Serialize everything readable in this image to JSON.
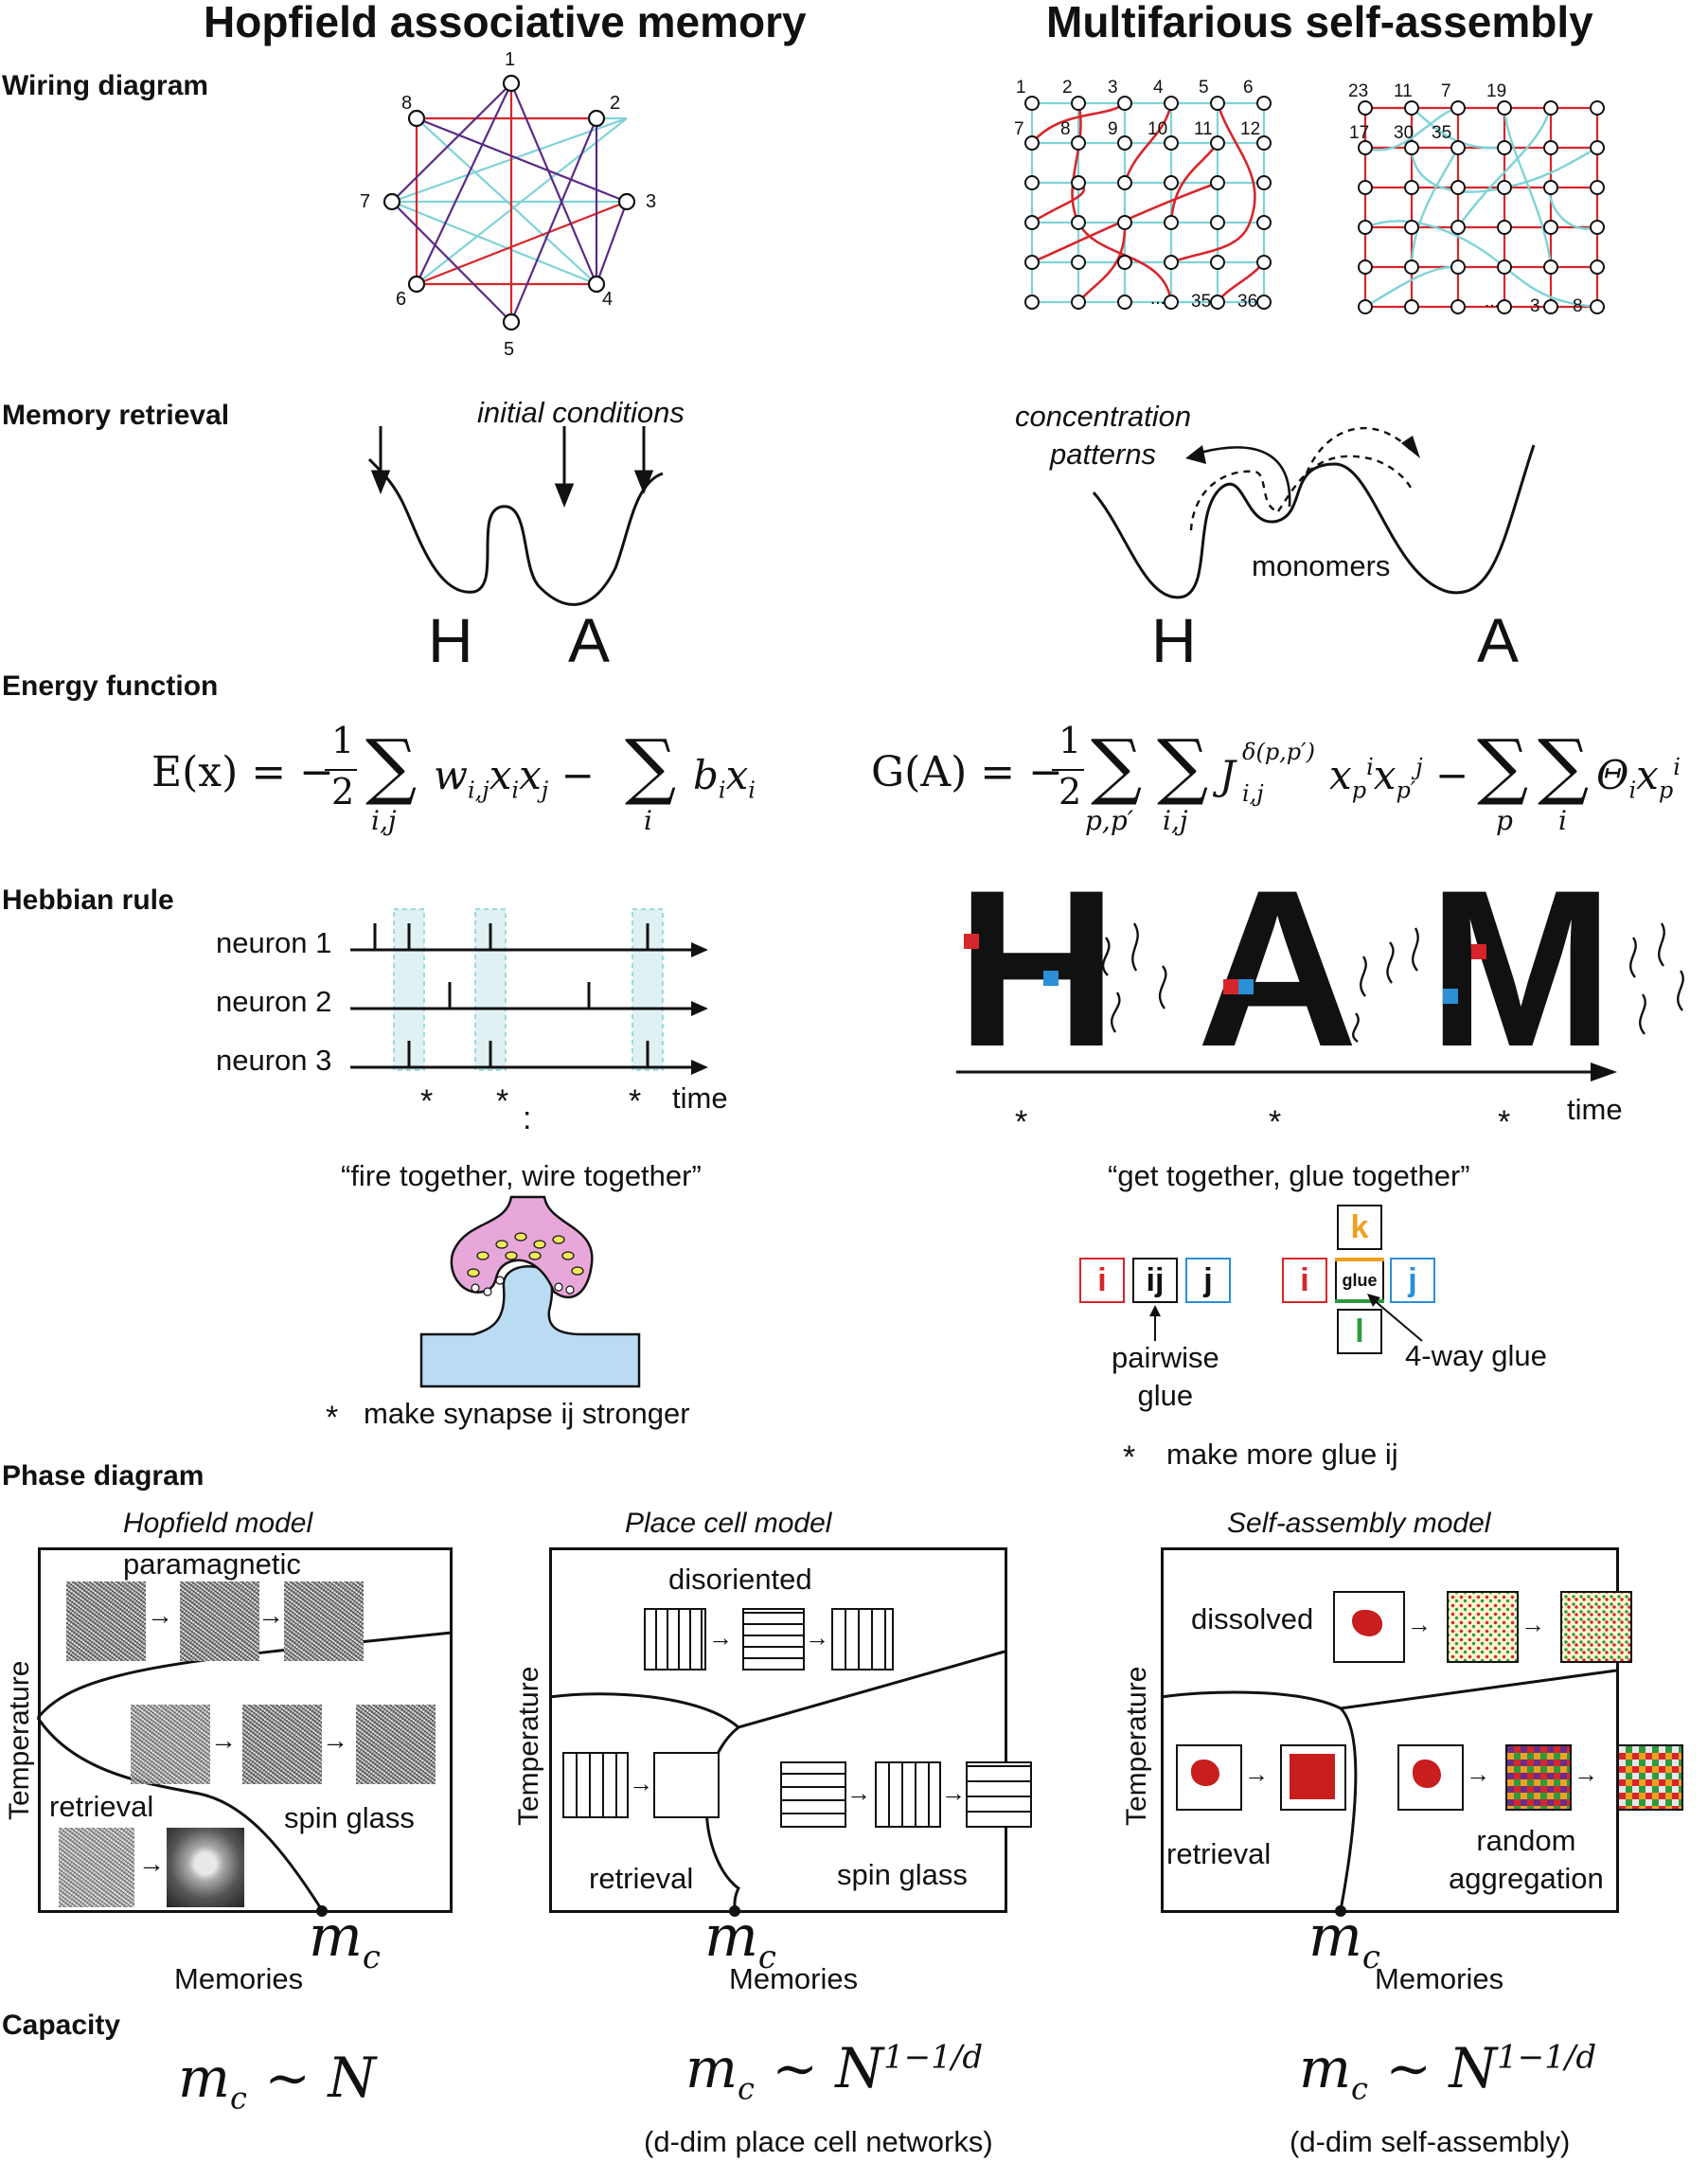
{
  "titles": {
    "left": "Hopfield associative memory",
    "right": "Multifarious self-assembly"
  },
  "sections": {
    "wiring": "Wiring diagram",
    "retrieval": "Memory retrieval",
    "energy": "Energy function",
    "hebbian": "Hebbian rule",
    "phase": "Phase diagram",
    "capacity": "Capacity"
  },
  "wiring": {
    "hopfield_nodes": [
      "1",
      "2",
      "3",
      "4",
      "5",
      "6",
      "7",
      "8"
    ],
    "grid_labels_left": [
      "1",
      "2",
      "3",
      "4",
      "5",
      "6",
      "7",
      "8",
      "9",
      "10",
      "11",
      "12",
      "...",
      "35",
      "36"
    ],
    "grid_labels_right": [
      "23",
      "11",
      "7",
      "19",
      "17",
      "30",
      "35",
      "...",
      "3",
      "8"
    ]
  },
  "retrieval": {
    "initial_conditions": "initial conditions",
    "concentration_patterns": "concentration\npatterns",
    "monomers": "monomers",
    "left_H": "H",
    "left_A": "A",
    "right_H": "H",
    "right_A": "A"
  },
  "energy": {
    "E_lhs": "E(x) = −",
    "G_lhs": "G(A) = −"
  },
  "hebbian": {
    "neuron1": "neuron 1",
    "neuron2": "neuron 2",
    "neuron3": "neuron 3",
    "time_left": "time",
    "time_right": "time",
    "star": "*",
    "colon": ":",
    "fire_quote": "“fire together, wire together”",
    "glue_quote": "“get together, glue together”",
    "synapse_note": "make synapse ij stronger",
    "glue_note": "make more glue ij",
    "letters": [
      "H",
      "A",
      "M"
    ],
    "tiles_pair": [
      "i",
      "ij",
      "j"
    ],
    "tiles_four": [
      "i",
      "glue",
      "j",
      "k",
      "l"
    ],
    "pairwise": "pairwise\nglue",
    "fourway": "4-way glue"
  },
  "phase": {
    "hopfield_title": "Hopfield model",
    "place_title": "Place cell model",
    "self_title": "Self-assembly model",
    "temperature": "Temperature",
    "memories": "Memories",
    "mc": "m",
    "mc_sub": "c",
    "paramagnetic": "paramagnetic",
    "retrieval": "retrieval",
    "spin_glass": "spin glass",
    "disoriented": "disoriented",
    "dissolved": "dissolved",
    "random_aggregation": "random\naggregation"
  },
  "capacity": {
    "hopfield": "∼ N",
    "place": "∼ N",
    "place_exp": "1−1/d",
    "self": "∼ N",
    "self_exp": "1−1/d",
    "place_note": "(d-dim place cell networks)",
    "self_note": "(d-dim self-assembly)"
  },
  "colors": {
    "red": "#d7262b",
    "cyan": "#7fd3d6",
    "purple": "#5a2a86",
    "blue": "#2a8fd7",
    "synapse_pink": "#e7a7d8",
    "synapse_blue": "#b9dcf2",
    "vesicle": "#f1e85a",
    "orange": "#f0a020",
    "green": "#2e9a3e"
  }
}
